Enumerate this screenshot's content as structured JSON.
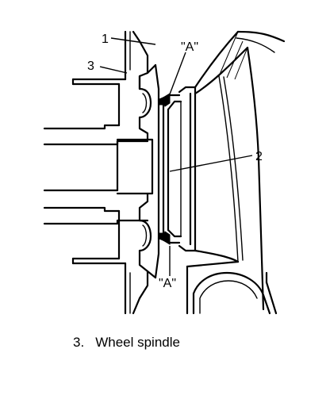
{
  "callouts": {
    "c1": "1",
    "c2": "2",
    "c3": "3",
    "a_top": "\"A\"",
    "a_bottom": "\"A\""
  },
  "caption": {
    "number": "3.",
    "text": "Wheel spindle"
  }
}
